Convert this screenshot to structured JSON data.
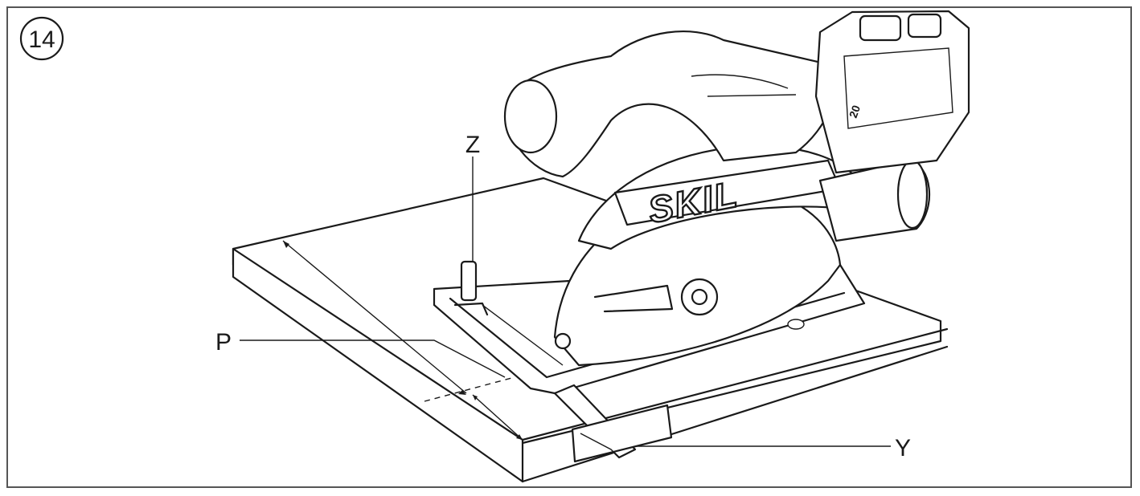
{
  "figure": {
    "number": "14",
    "brand": "SKIL",
    "battery_text": "20",
    "labels": {
      "z": "Z",
      "p": "P",
      "y": "Y"
    }
  }
}
